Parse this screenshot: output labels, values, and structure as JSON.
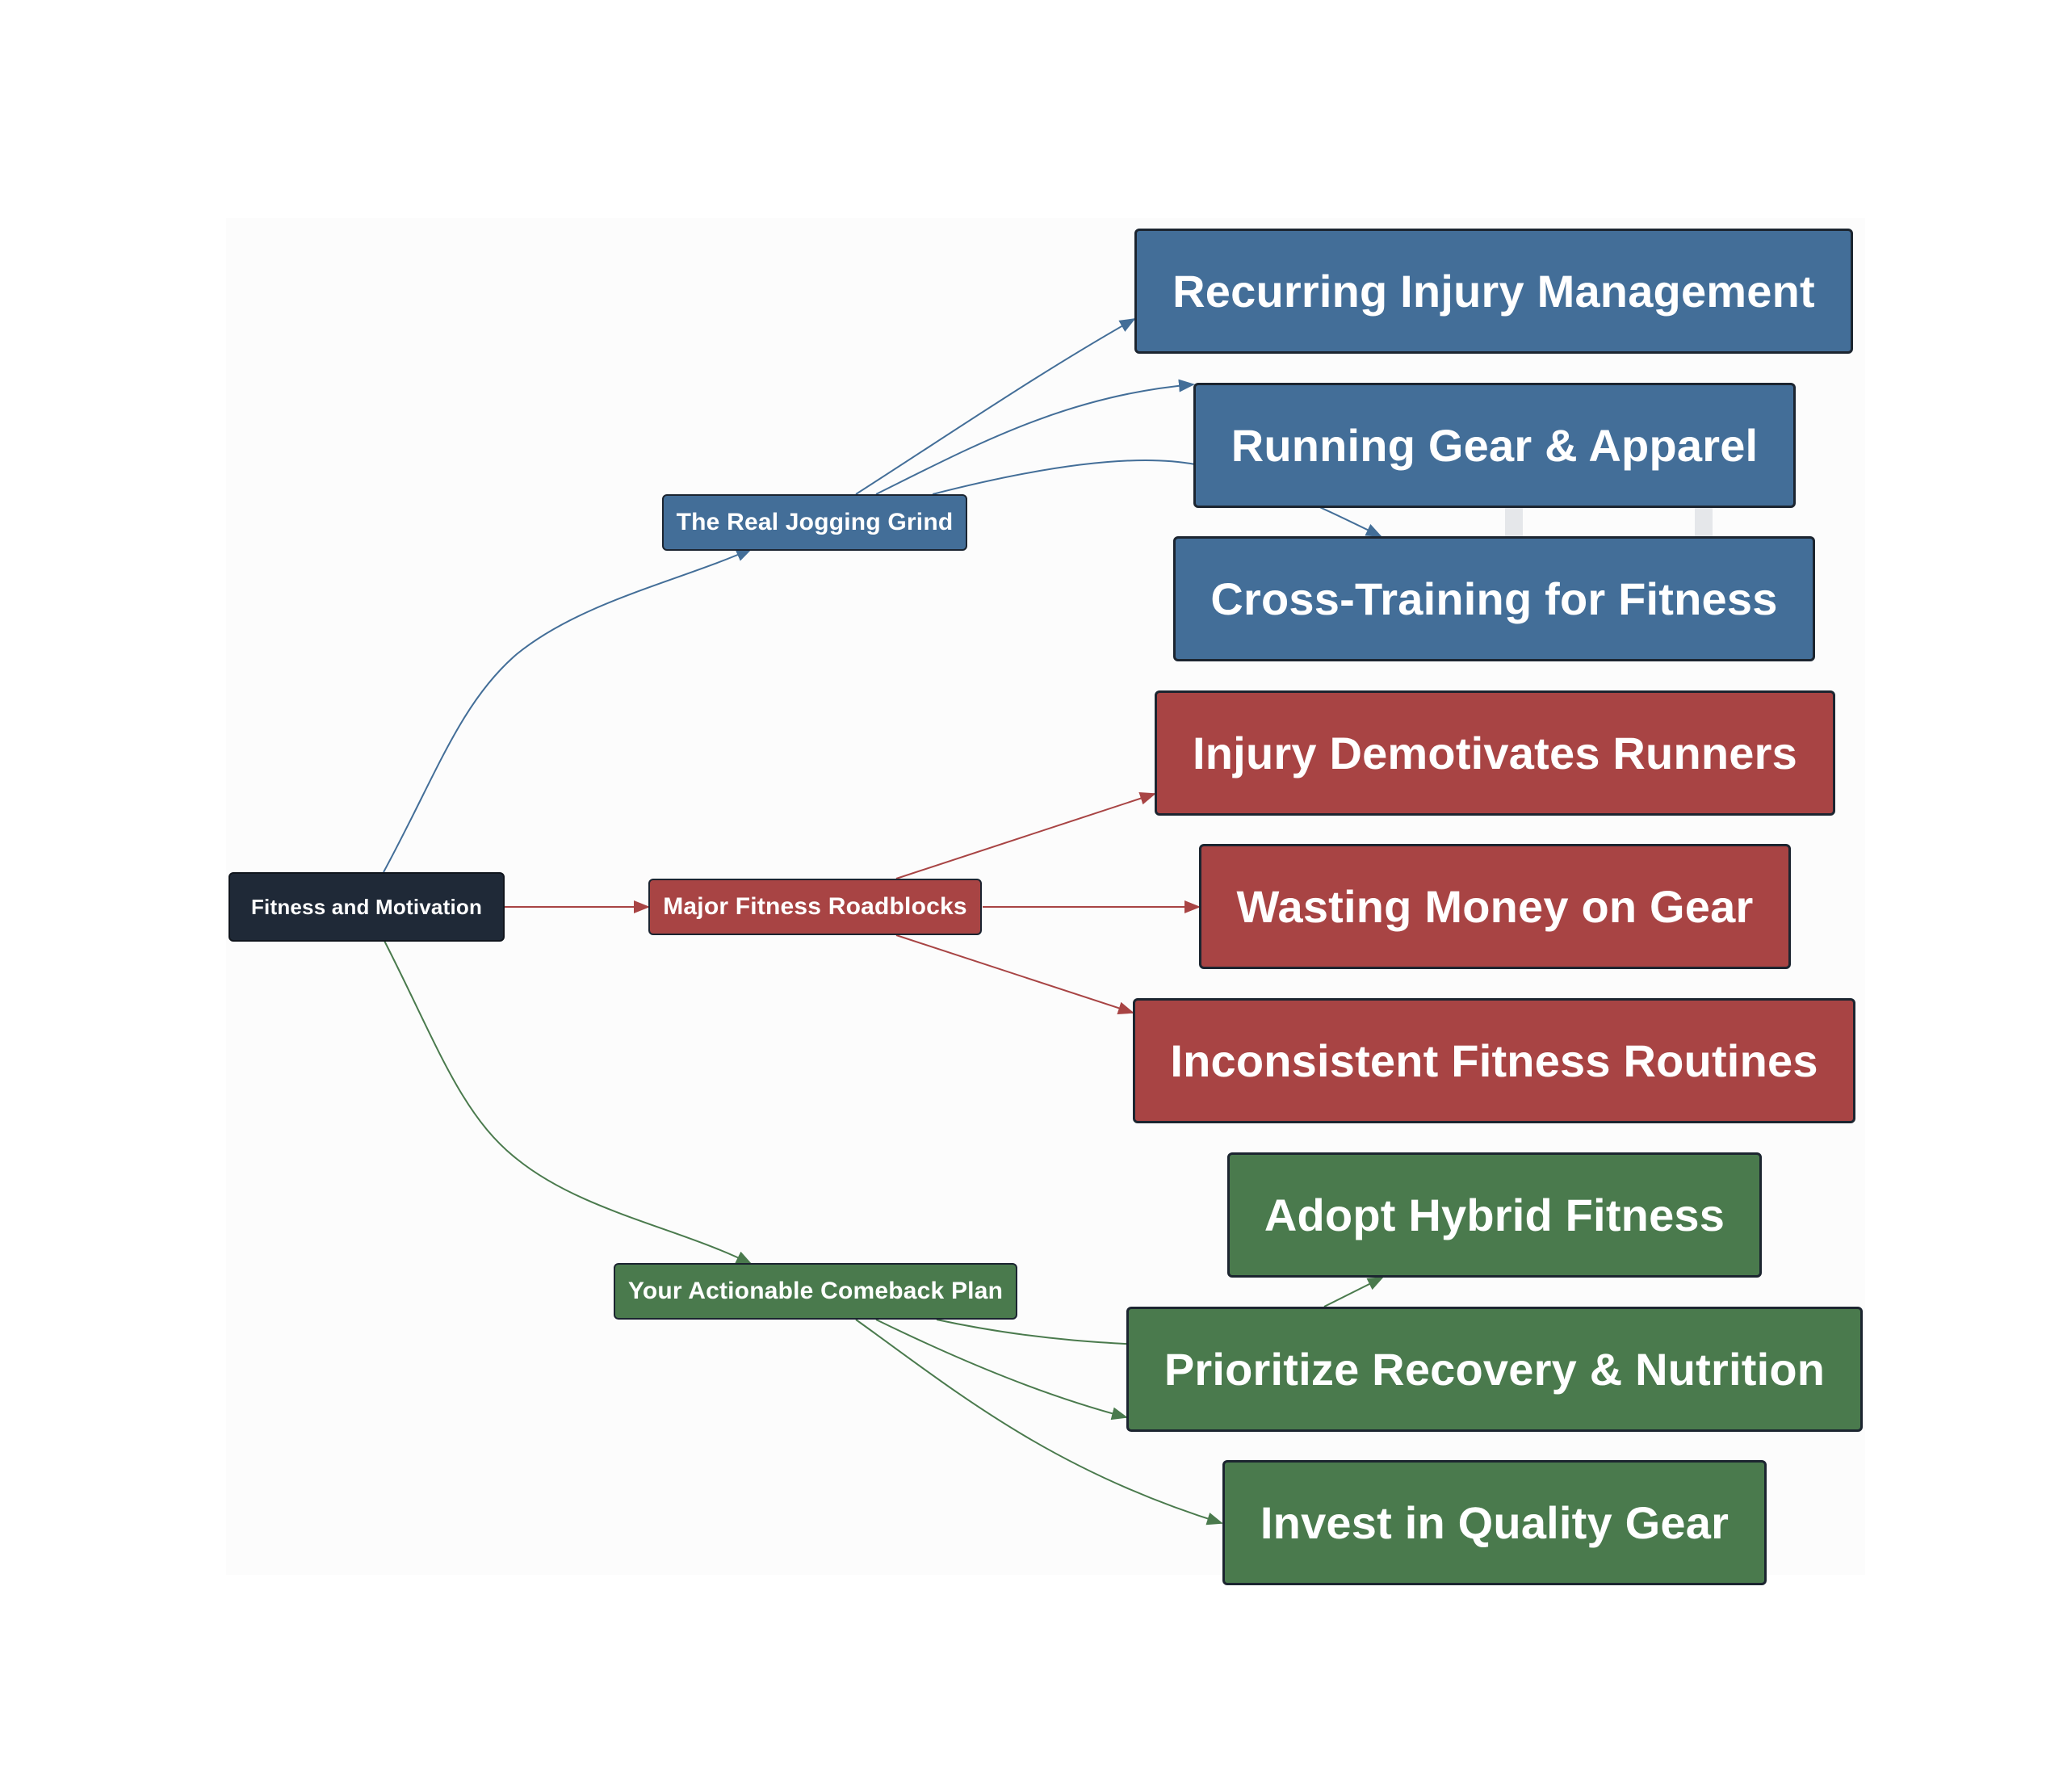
{
  "root": {
    "label": "Fitness and Motivation"
  },
  "branches": [
    {
      "label": "The Real Jogging Grind",
      "color": "#436e98",
      "children": [
        "Recurring Injury Management",
        "Running Gear & Apparel",
        "Cross-Training for Fitness"
      ]
    },
    {
      "label": "Major Fitness Roadblocks",
      "color": "#a84444",
      "children": [
        "Injury Demotivates Runners",
        "Wasting Money on Gear",
        "Inconsistent Fitness Routines"
      ]
    },
    {
      "label": "Your Actionable Comeback Plan",
      "color": "#4a7a4d",
      "children": [
        "Adopt Hybrid Fitness",
        "Prioritize Recovery & Nutrition",
        "Invest in Quality Gear"
      ]
    }
  ],
  "colors": {
    "root": "#1f2937",
    "blue": "#436e98",
    "red": "#a84444",
    "green": "#4a7a4d",
    "background": "#fcfcfc"
  }
}
